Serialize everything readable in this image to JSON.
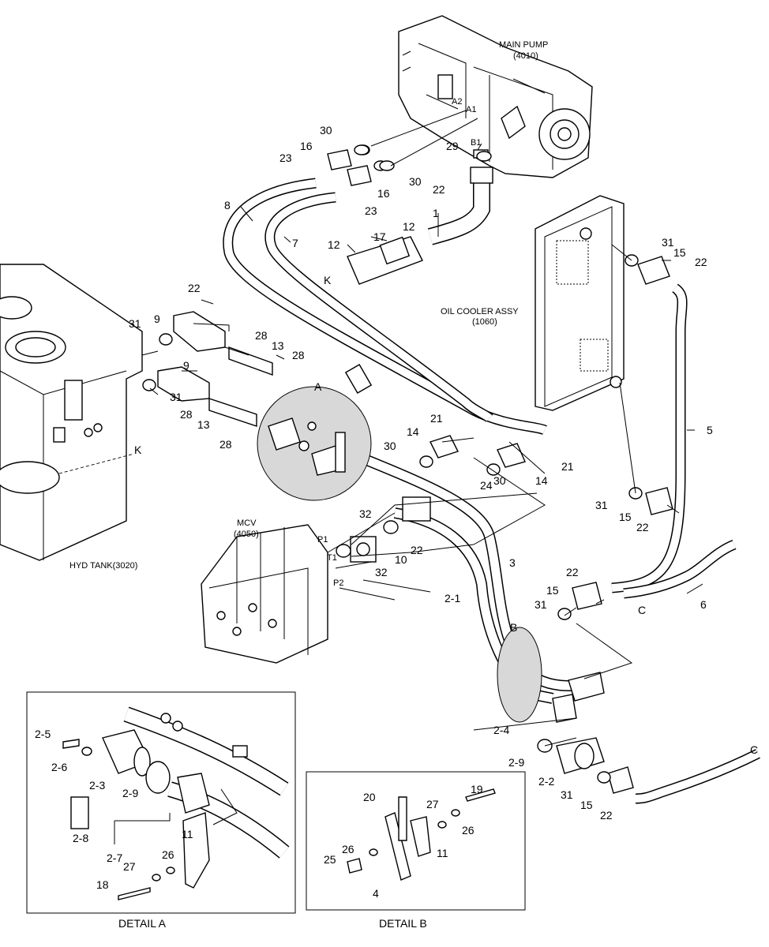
{
  "components": {
    "main_pump": [
      "MAIN PUMP",
      "(4010)"
    ],
    "oil_cooler": [
      "OIL COOLER ASSY",
      "(1060)"
    ],
    "hyd_tank": [
      "HYD TANK(3020)"
    ],
    "mcv": [
      "MCV",
      "(4050)"
    ]
  },
  "port_labels": [
    "A2",
    "A1",
    "B1",
    "P1",
    "T1",
    "P2"
  ],
  "detail_markers": [
    "A",
    "B",
    "K",
    "K",
    "C",
    "C"
  ],
  "details": {
    "a_title": "DETAIL A",
    "b_title": "DETAIL B"
  },
  "callouts": [
    "30",
    "16",
    "23",
    "29",
    "30",
    "16",
    "23",
    "22",
    "8",
    "7",
    "1",
    "17",
    "12",
    "12",
    "K",
    "31",
    "15",
    "22",
    "22",
    "9",
    "31",
    "28",
    "13",
    "28",
    "9",
    "31",
    "28",
    "13",
    "28",
    "21",
    "14",
    "30",
    "21",
    "30",
    "14",
    "24",
    "5",
    "32",
    "22",
    "10",
    "32",
    "31",
    "15",
    "22",
    "3",
    "2-1",
    "22",
    "15",
    "31",
    "6",
    "2-4",
    "2-9",
    "2-2",
    "31",
    "15",
    "22",
    "2-5",
    "2-6",
    "2-3",
    "2-9",
    "2-8",
    "2-7",
    "11",
    "26",
    "27",
    "18",
    "20",
    "19",
    "27",
    "26",
    "11",
    "26",
    "25",
    "4"
  ]
}
